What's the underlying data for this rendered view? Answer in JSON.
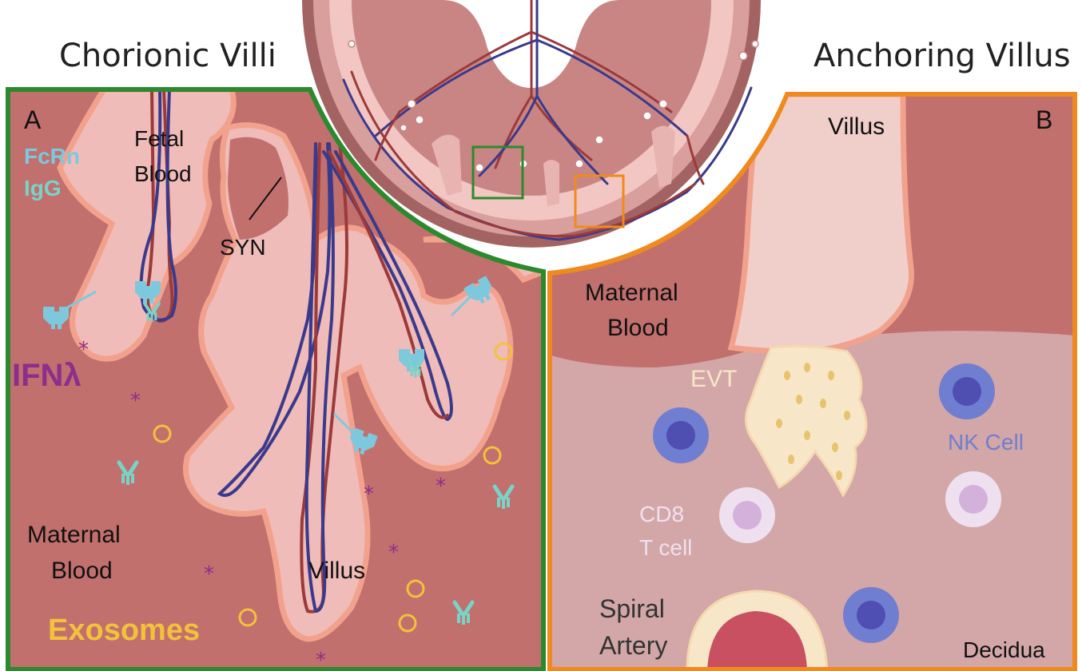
{
  "titles": {
    "left": "Chorionic Villi",
    "right": "Anchoring Villus"
  },
  "panel_a": {
    "letter": "A",
    "fcrn": "FcRn",
    "igg": "IgG",
    "fetal_blood_1": "Fetal",
    "fetal_blood_2": "Blood",
    "syn": "SYN",
    "ifn": "IFNλ",
    "maternal_blood_1": "Maternal",
    "maternal_blood_2": "Blood",
    "villus": "Villus",
    "exosomes": "Exosomes"
  },
  "panel_b": {
    "letter": "B",
    "villus": "Villus",
    "maternal_blood_1": "Maternal",
    "maternal_blood_2": "Blood",
    "evt": "EVT",
    "nk_cell": "NK Cell",
    "cd8_1": "CD8",
    "cd8_2": "T cell",
    "spiral_1": "Spiral",
    "spiral_2": "Artery",
    "decidua": "Decidua"
  },
  "colors": {
    "green_frame": "#2b8a2e",
    "orange_frame": "#ef8a1e",
    "maternal_blood": "#c1706e",
    "villus_fill": "#efbcb9",
    "syncytium_rim": "#f2a28c",
    "fetal_artery": "#9c3a3a",
    "fetal_vein": "#3a3a8c",
    "fcrn": "#7ec8de",
    "igg": "#79d3c7",
    "ifn": "#8e2e8c",
    "exosome": "#f2c23a",
    "decidua": "#d3a7a7",
    "evt": "#f7e7c8",
    "nk_cell": "#6f7ed0",
    "cd8": "#dfc6e4"
  }
}
